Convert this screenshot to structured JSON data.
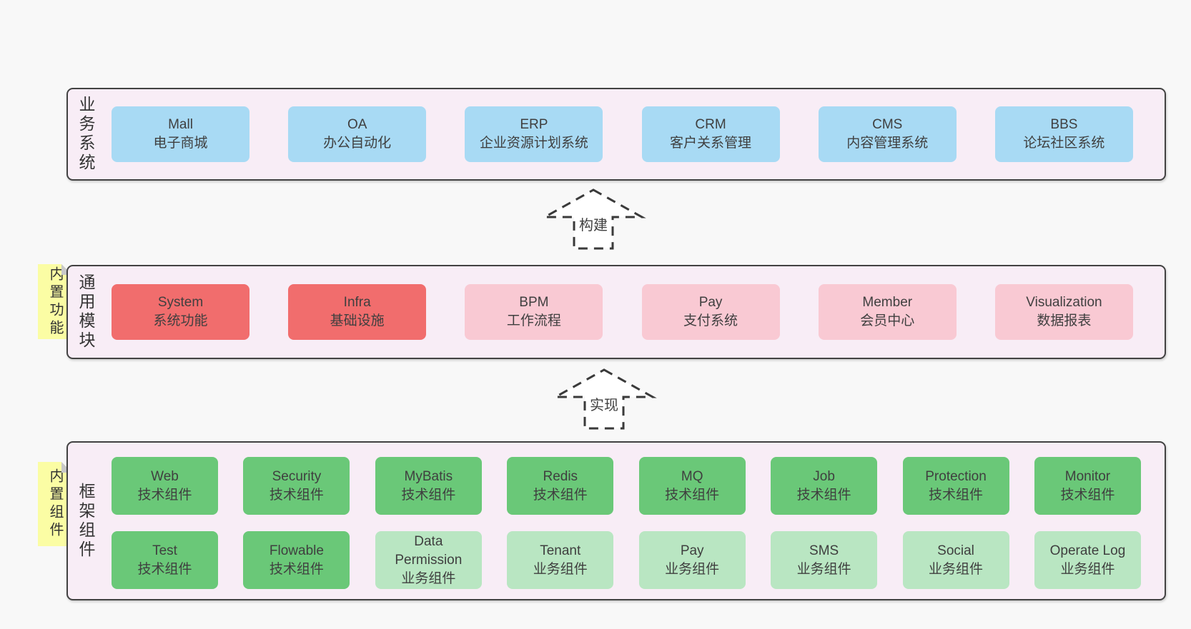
{
  "colors": {
    "page_background": "#f8f8f8",
    "container_background": "#f8edf6",
    "container_border": "#424242",
    "box_blue": "#a8daf4",
    "box_red": "#f16d6d",
    "box_pink": "#f9c9d3",
    "box_green": "#6ac878",
    "box_light_green": "#b9e6c2",
    "sticky_yellow": "#fbfda4",
    "sticky_fold_gray": "#c9c9c9",
    "text": "#3f3f3f"
  },
  "arrows": [
    {
      "label": "构建"
    },
    {
      "label": "实现"
    }
  ],
  "layers": {
    "business": {
      "label": "业务系统",
      "boxes": [
        {
          "en": "Mall",
          "zh": "电子商城"
        },
        {
          "en": "OA",
          "zh": "办公自动化"
        },
        {
          "en": "ERP",
          "zh": "企业资源计划系统"
        },
        {
          "en": "CRM",
          "zh": "客户关系管理"
        },
        {
          "en": "CMS",
          "zh": "内容管理系统"
        },
        {
          "en": "BBS",
          "zh": "论坛社区系统"
        }
      ]
    },
    "modules": {
      "label": "通用模块",
      "sticky": "内置功能",
      "boxes": [
        {
          "en": "System",
          "zh": "系统功能"
        },
        {
          "en": "Infra",
          "zh": "基础设施"
        },
        {
          "en": "BPM",
          "zh": "工作流程"
        },
        {
          "en": "Pay",
          "zh": "支付系统"
        },
        {
          "en": "Member",
          "zh": "会员中心"
        },
        {
          "en": "Visualization",
          "zh": "数据报表"
        }
      ]
    },
    "components": {
      "label": "框架组件",
      "sticky": "内置组件",
      "row1": [
        {
          "en": "Web",
          "zh": "技术组件"
        },
        {
          "en": "Security",
          "zh": "技术组件"
        },
        {
          "en": "MyBatis",
          "zh": "技术组件"
        },
        {
          "en": "Redis",
          "zh": "技术组件"
        },
        {
          "en": "MQ",
          "zh": "技术组件"
        },
        {
          "en": "Job",
          "zh": "技术组件"
        },
        {
          "en": "Protection",
          "zh": "技术组件"
        },
        {
          "en": "Monitor",
          "zh": "技术组件"
        }
      ],
      "row2": [
        {
          "en": "Test",
          "zh": "技术组件"
        },
        {
          "en": "Flowable",
          "zh": "技术组件"
        },
        {
          "en": "Data Permission",
          "zh": "业务组件"
        },
        {
          "en": "Tenant",
          "zh": "业务组件"
        },
        {
          "en": "Pay",
          "zh": "业务组件"
        },
        {
          "en": "SMS",
          "zh": "业务组件"
        },
        {
          "en": "Social",
          "zh": "业务组件"
        },
        {
          "en": "Operate Log",
          "zh": "业务组件"
        }
      ]
    }
  }
}
